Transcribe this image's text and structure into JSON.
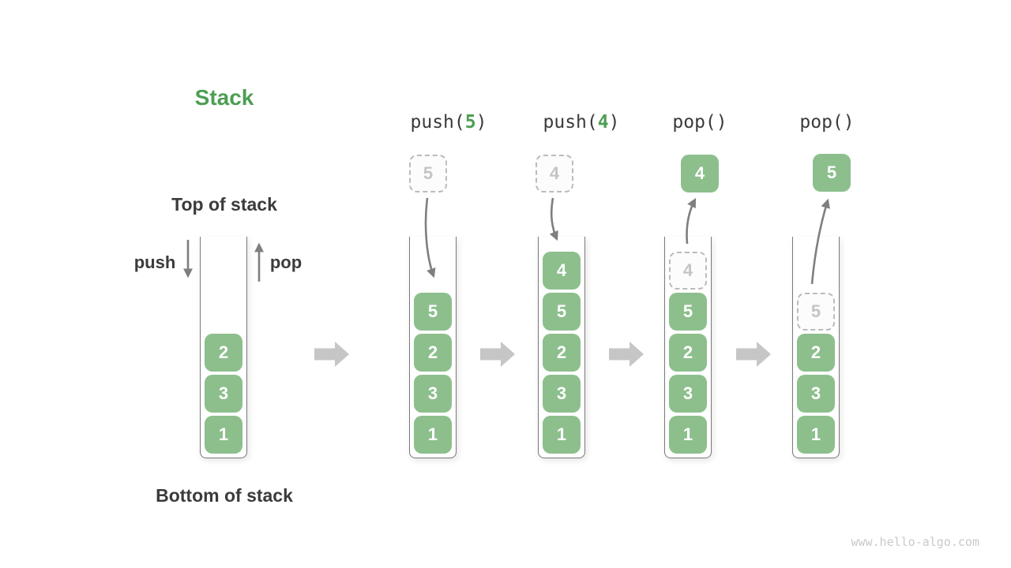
{
  "page": {
    "title": "Stack",
    "watermark": "www.hello-algo.com"
  },
  "labels": {
    "top_of_stack": "Top of stack",
    "bottom_of_stack": "Bottom of stack",
    "push": "push",
    "pop": "pop"
  },
  "colors": {
    "accent_green": "#4d9e53",
    "box_green": "#8dbf8d",
    "box_text": "#ffffff",
    "dashed_border": "#bbbbbb",
    "muted_text": "#c4c4c4",
    "arrow_gray": "#7f7f7f",
    "block_arrow_gray": "#c6c6c6",
    "text_dark": "#3b3b3b",
    "container_border": "#7a7a7a",
    "watermark_gray": "#c9c9c9"
  },
  "diagram": {
    "type": "stack-operations",
    "columns": [
      {
        "id": "initial",
        "operation": null,
        "floating": null,
        "stack_top_to_bottom": [
          "2",
          "3",
          "1"
        ]
      },
      {
        "id": "after-push-5",
        "operation": {
          "prefix": "push(",
          "arg": "5",
          "suffix": ")"
        },
        "floating": {
          "value": "5",
          "style": "dashed"
        },
        "stack_top_to_bottom": [
          "5",
          "2",
          "3",
          "1"
        ]
      },
      {
        "id": "after-push-4",
        "operation": {
          "prefix": "push(",
          "arg": "4",
          "suffix": ")"
        },
        "floating": {
          "value": "4",
          "style": "dashed"
        },
        "stack_top_to_bottom": [
          "4",
          "5",
          "2",
          "3",
          "1"
        ]
      },
      {
        "id": "after-pop-returns-4",
        "operation": {
          "prefix": "pop()",
          "arg": "",
          "suffix": ""
        },
        "floating": {
          "value": "4",
          "style": "solid"
        },
        "top_item_removed": true,
        "stack_top_to_bottom": [
          "4",
          "5",
          "2",
          "3",
          "1"
        ]
      },
      {
        "id": "after-pop-returns-5",
        "operation": {
          "prefix": "pop()",
          "arg": "",
          "suffix": ""
        },
        "floating": {
          "value": "5",
          "style": "solid"
        },
        "top_item_removed": true,
        "stack_top_to_bottom": [
          "5",
          "2",
          "3",
          "1"
        ]
      }
    ]
  }
}
